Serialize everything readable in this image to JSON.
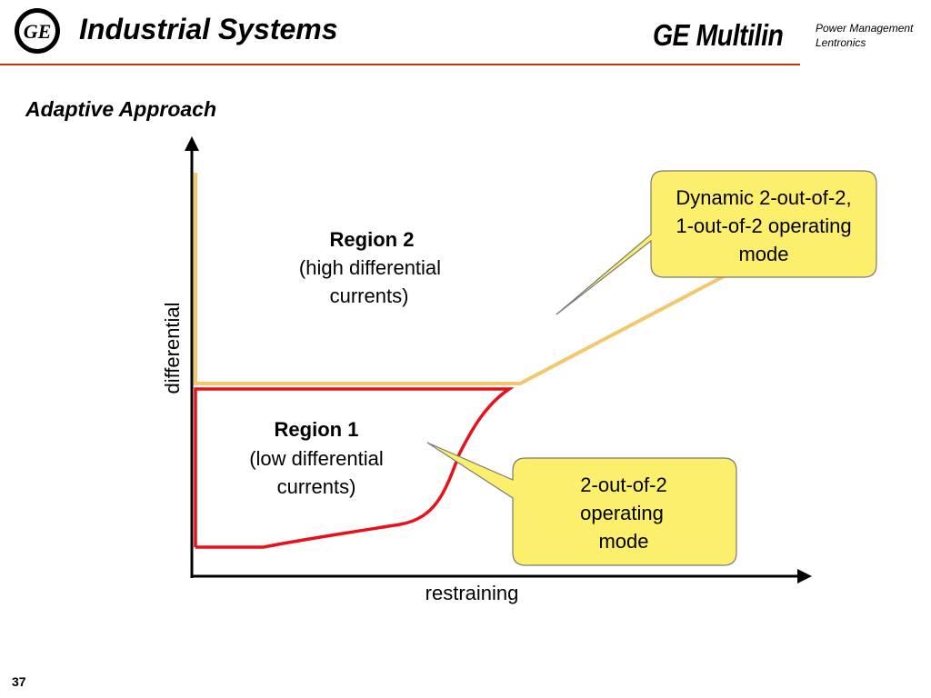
{
  "header": {
    "title": "Industrial Systems",
    "brand": "GE Multilin",
    "division_line1": "Power Management",
    "division_line2": "Lentronics",
    "logo_text": "GE",
    "rule_color": "#cc3300"
  },
  "subtitle": "Adaptive Approach",
  "diagram": {
    "y_axis_label": "differential",
    "x_axis_label": "restraining",
    "region2": {
      "title": "Region 2",
      "line1": "(high differential",
      "line2": "currents)",
      "boundary_color": "#f5c66b"
    },
    "region1": {
      "title": "Region 1",
      "line1": "(low differential",
      "line2": "currents)",
      "boundary_color": "#e8101a"
    },
    "callout_top": {
      "line1": "Dynamic 2-out-of-2,",
      "line2": "1-out-of-2 operating",
      "line3": "mode",
      "fill": "#fcef6b"
    },
    "callout_bottom": {
      "line1": "2-out-of-2",
      "line2": "operating",
      "line3": "mode",
      "fill": "#fcef6b"
    }
  },
  "page_number": "37"
}
